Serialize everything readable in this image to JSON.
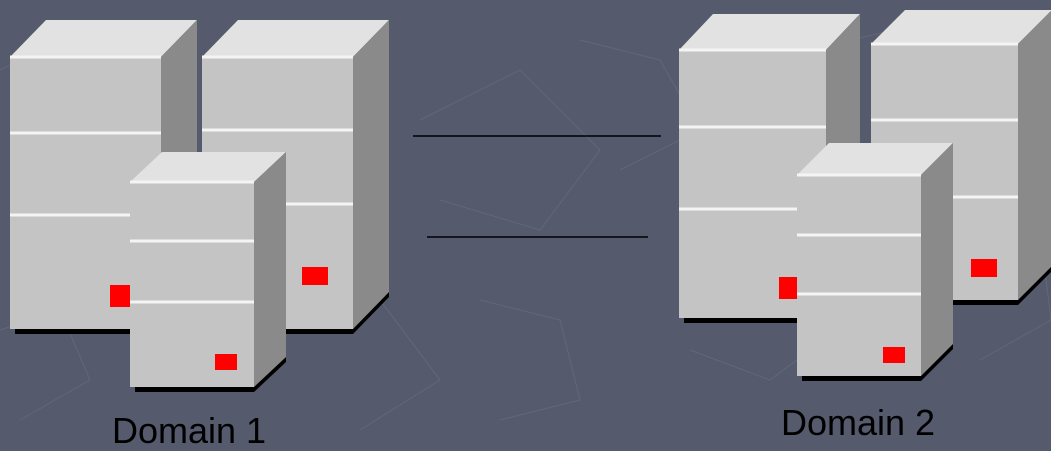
{
  "diagram": {
    "background_color": "#555a6c",
    "server_colors": {
      "front": "#c4c4c4",
      "top": "#e2e2e2",
      "side": "#8a8a8a",
      "shadow": "#000000",
      "bay_line": "#f4f4f4",
      "led": "#ff0000"
    },
    "connector_color": "#000000",
    "domains": [
      {
        "label": "Domain 1",
        "servers": [
          "server",
          "server",
          "server"
        ]
      },
      {
        "label": "Domain 2",
        "servers": [
          "server",
          "server",
          "server"
        ]
      }
    ],
    "connections": [
      {
        "from": "Domain 1",
        "to": "Domain 2"
      },
      {
        "from": "Domain 1",
        "to": "Domain 2"
      }
    ]
  }
}
